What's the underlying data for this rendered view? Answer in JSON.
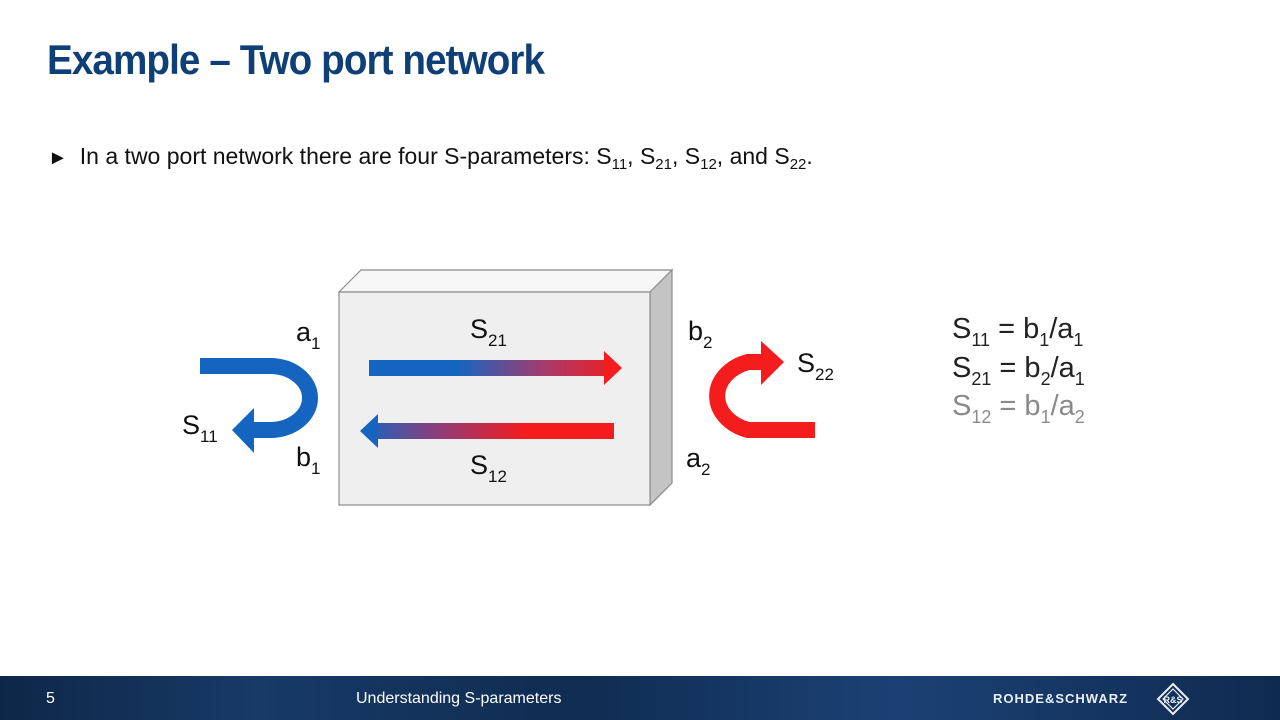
{
  "slide": {
    "title": "Example – Two port network",
    "bullet": {
      "marker": "►",
      "text_prefix": "In a two port network there are four S-parameters: S",
      "s11_sub": "11",
      "sep1": ", S",
      "s21_sub": "21",
      "sep2": ", S",
      "s12_sub": "12",
      "sep3": ", and S",
      "s22_sub": "22",
      "text_suffix": "."
    }
  },
  "diagram": {
    "labels": {
      "a1": {
        "base": "a",
        "sub": "1"
      },
      "b1": {
        "base": "b",
        "sub": "1"
      },
      "a2": {
        "base": "a",
        "sub": "2"
      },
      "b2": {
        "base": "b",
        "sub": "2"
      },
      "s11": {
        "base": "S",
        "sub": "11"
      },
      "s21": {
        "base": "S",
        "sub": "21"
      },
      "s12": {
        "base": "S",
        "sub": "12"
      },
      "s22": {
        "base": "S",
        "sub": "22"
      }
    },
    "equations": [
      {
        "lhs_sub": "11",
        "num_sub": "1",
        "den_sub": "1",
        "highlight": true
      },
      {
        "lhs_sub": "21",
        "num_sub": "2",
        "den_sub": "1",
        "highlight": true
      },
      {
        "lhs_sub": "12",
        "num_sub": "1",
        "den_sub": "2",
        "highlight": false
      }
    ],
    "colors": {
      "blue": "#1565c0",
      "red": "#f41c1c",
      "box_front": "#efefef",
      "box_top": "#f7f7f7",
      "box_side": "#c4c4c4",
      "equation_active": "#222222",
      "equation_dimmed": "#8a8a8a"
    }
  },
  "footer": {
    "page_number": "5",
    "title": "Understanding S-parameters",
    "brand": "ROHDE&SCHWARZ",
    "logo_text": "R&S"
  }
}
